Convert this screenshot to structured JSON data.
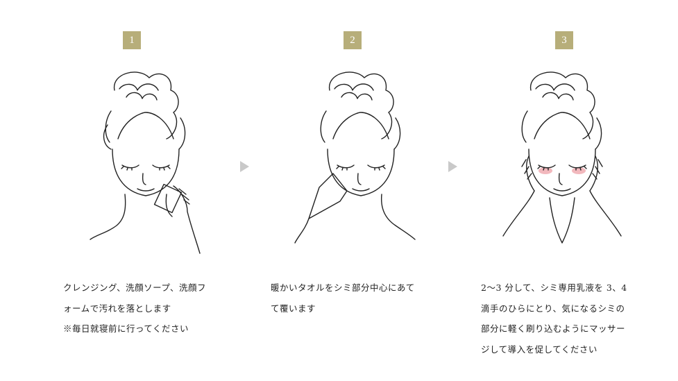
{
  "steps": [
    {
      "number": "1",
      "lines": [
        "クレンジング、洗顔ソープ、洗顔フ",
        "ォームで汚れを落とします",
        "※毎日就寝前に行ってください"
      ]
    },
    {
      "number": "2",
      "lines": [
        "暖かいタオルをシミ部分中心にあて",
        "て覆います"
      ]
    },
    {
      "number": "3",
      "lines": [
        "2〜3 分して、シミ専用乳液を 3、4",
        "滴手のひらにとり、気になるシミの",
        "部分に軽く刷り込むようにマッサー",
        "ジして導入を促してください"
      ]
    }
  ],
  "colors": {
    "badge": "#b7ae7a",
    "arrow": "#c9c9c9",
    "blush": "#f2b8bd"
  },
  "icons": [
    "next-arrow-icon",
    "next-arrow-icon"
  ]
}
